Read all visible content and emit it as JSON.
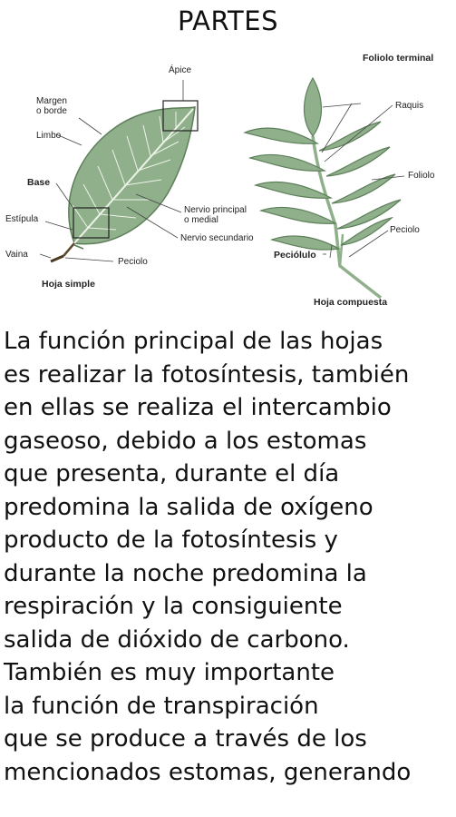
{
  "title": "PARTES",
  "simple_leaf": {
    "apex": "Ápice",
    "margin": "Margen\no borde",
    "blade": "Limbo",
    "base": "Base",
    "stipule": "Estípula",
    "sheath": "Vaina",
    "petiole": "Peciolo",
    "main_vein": "Nervio principal\no medial",
    "secondary_vein": "Nervio secundario",
    "caption": "Hoja simple"
  },
  "compound_leaf": {
    "terminal_leaflet": "Foliolo terminal",
    "rachis": "Raquis",
    "leaflet": "Foliolo",
    "petiole": "Peciolo",
    "petiolule": "Peciólulo",
    "caption": "Hoja compuesta"
  },
  "body": "La función principal de las hojas\nes realizar la fotosíntesis, también\nen ellas se realiza el intercambio\ngaseoso, debido a los estomas\nque presenta, durante el día\npredomina la salida de oxígeno\nproducto de la fotosíntesis y\ndurante la noche predomina la\nrespiración y la consiguiente\nsalida de dióxido de carbono.\nTambién es muy importante\nla función de transpiración\nque se produce a través de los\nmencionados estomas, generando",
  "colors": {
    "leaf_fill": "#8fb08a",
    "leaf_stroke": "#5d7f5a",
    "vein": "#eef3ea"
  }
}
